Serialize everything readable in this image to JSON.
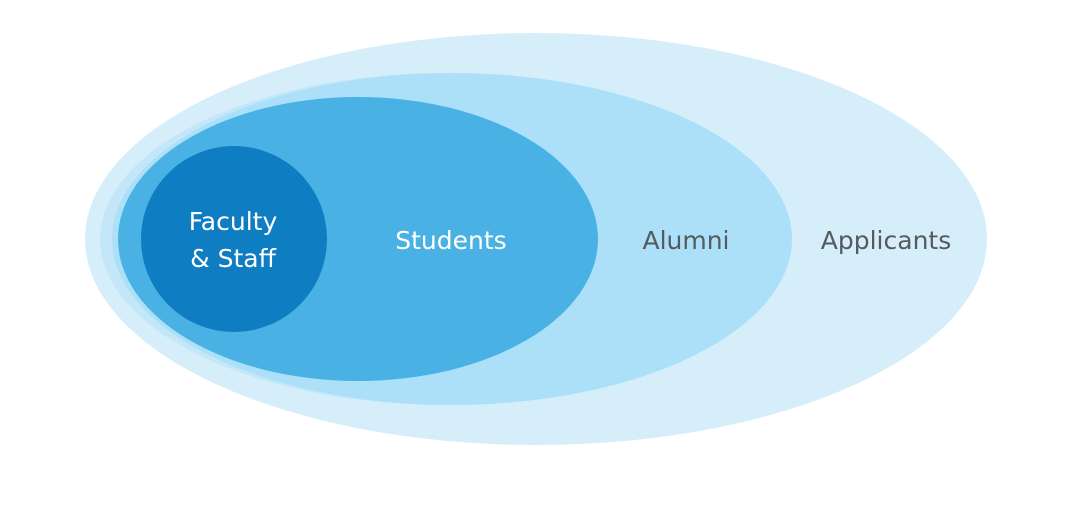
{
  "diagram": {
    "type": "nested-ellipses",
    "sets": [
      {
        "id": "applicants",
        "label": "Applicants",
        "fill": "#d6eefa",
        "contains": [
          "alumni",
          "students",
          "faculty_staff"
        ]
      },
      {
        "id": "alumni",
        "label": "Alumni",
        "fill": "#abe0f8",
        "contains": [
          "students",
          "faculty_staff"
        ]
      },
      {
        "id": "students",
        "label": "Students",
        "fill": "#49b1e3",
        "contains": [
          "faculty_staff"
        ]
      },
      {
        "id": "faculty_staff",
        "label_lines": [
          "Faculty",
          "& Staff"
        ],
        "fill": "#0f7dc2",
        "contains": []
      }
    ],
    "text_colors": {
      "light": "#ffffff",
      "dark": "#555a5e"
    }
  }
}
